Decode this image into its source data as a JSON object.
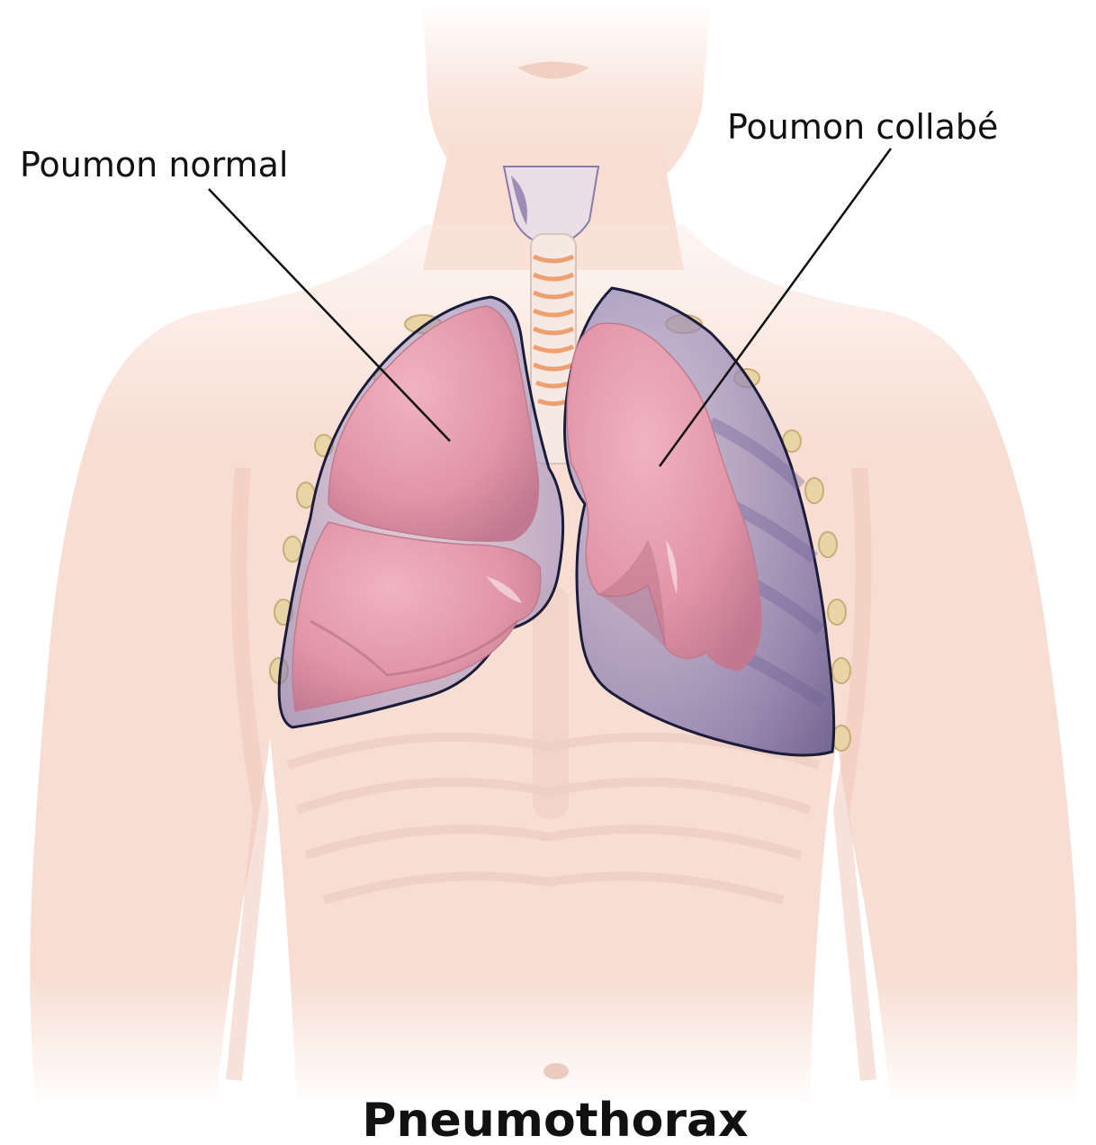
{
  "labels": {
    "normal_lung": "Poumon normal",
    "collapsed_lung": "Poumon collabé"
  },
  "title": "Pneumothorax",
  "colors": {
    "skin": "#f7ddd2",
    "skin_shadow": "#efc9bb",
    "lung_pink": "#e8a0ae",
    "lung_dark": "#c97d92",
    "pleural_cavity": "#8c7fb0",
    "outline": "#1b1b3a",
    "trachea_ring": "#f0a070",
    "leader_line": "#111111",
    "text": "#111111"
  },
  "icons": {
    "body": "torso-illustration",
    "left_lung": "normal-lung-illustration",
    "right_lung": "collapsed-lung-illustration",
    "trachea": "trachea-illustration"
  }
}
